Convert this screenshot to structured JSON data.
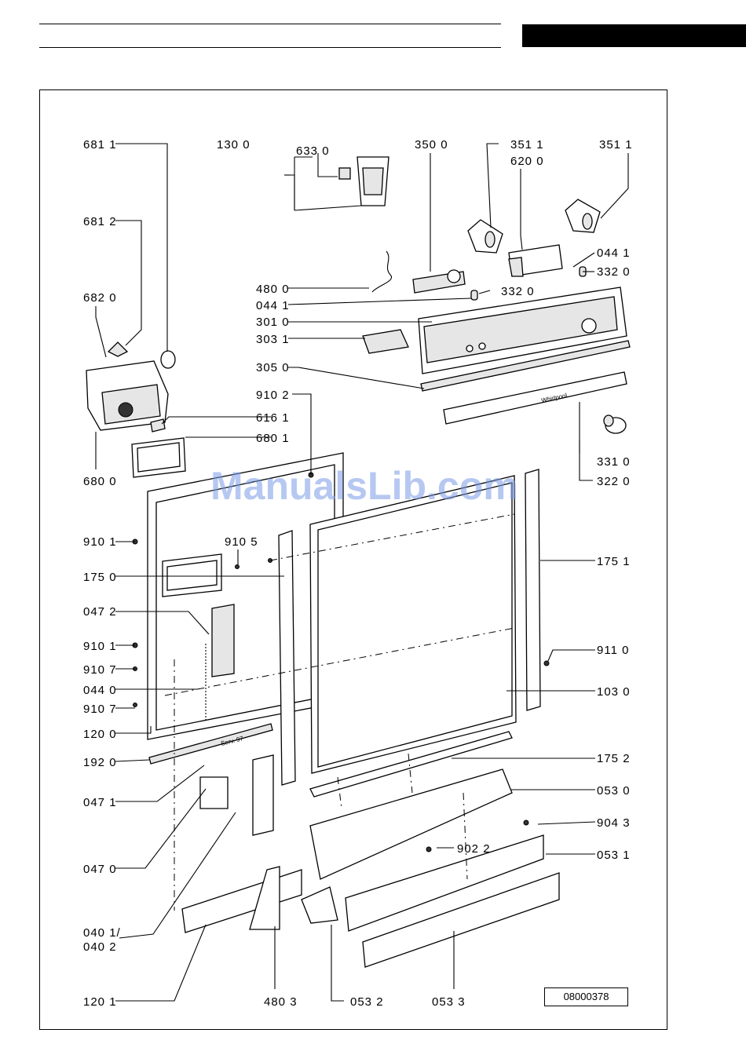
{
  "header": {
    "section_title": ""
  },
  "watermark": "ManualsLib.com",
  "drawing_code": "08000378",
  "labels": {
    "p6811": "681 1",
    "p1300": "130 0",
    "p6330": "633 0",
    "p3500": "350 0",
    "p3511a": "351 1",
    "p6200": "620 0",
    "p3511b": "351 1",
    "p6812": "681 2",
    "p0441a": "044 1",
    "p3320a": "332 0",
    "p4800": "480 0",
    "p0441b": "044 1",
    "p3320b": "332 0",
    "p6820": "682 0",
    "p3010": "301 0",
    "p3031": "303 1",
    "p3050": "305 0",
    "p9102": "910 2",
    "p6161": "616 1",
    "p6801": "680 1",
    "p6800": "680 0",
    "p3310": "331 0",
    "p3220": "322 0",
    "p9101a": "910 1",
    "p9105": "910 5",
    "p1751": "175 1",
    "p1750": "175 0",
    "p0472": "047 2",
    "p9101b": "910 1",
    "p9110": "911 0",
    "p9107a": "910 7",
    "p0440": "044 0",
    "p1030": "103 0",
    "p9107b": "910 7",
    "p1200": "120 0",
    "p1920": "192 0",
    "p1752": "175 2",
    "p0471": "047 1",
    "p0530": "053 0",
    "p9043": "904 3",
    "p0470": "047 0",
    "p9022": "902 2",
    "p0531": "053 1",
    "p0401": "040 1/",
    "p0402": "040 2",
    "p1201": "120 1",
    "p4803": "480 3",
    "p0532": "053 2",
    "p0533": "053 3"
  },
  "stamp_text": "Serv. 97",
  "brand_text": "Whirlpool"
}
